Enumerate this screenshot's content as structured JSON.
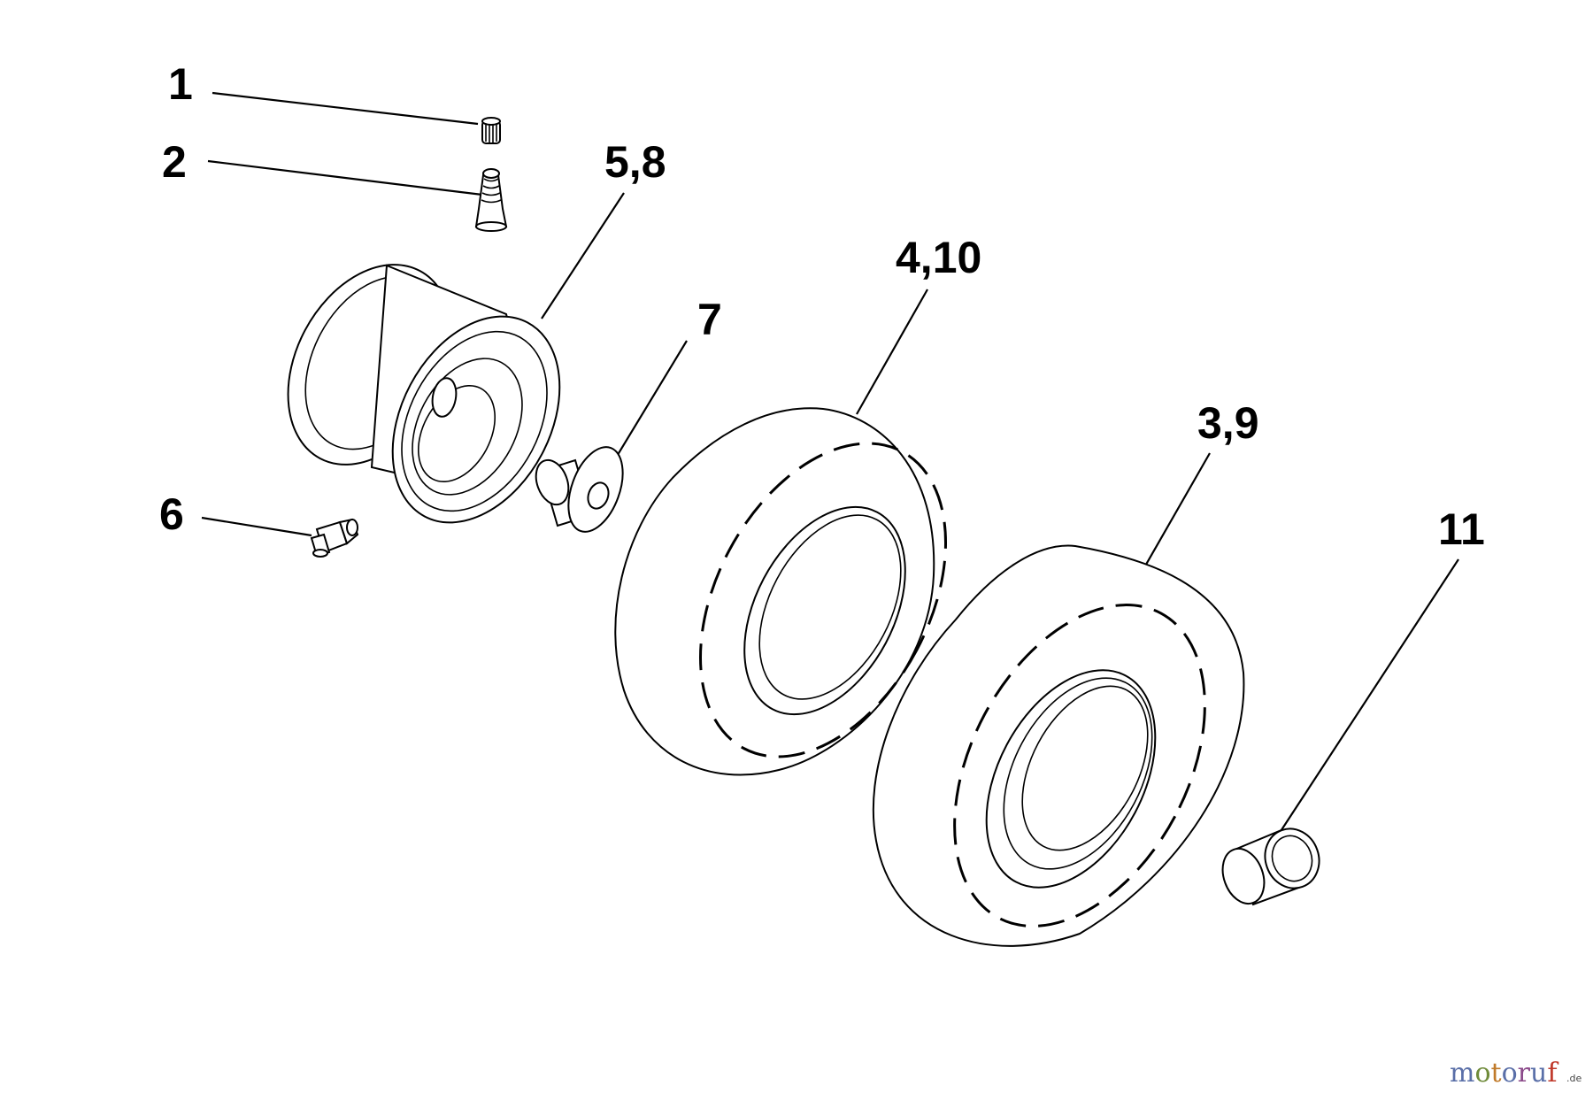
{
  "callouts": [
    {
      "id": "c1",
      "text": "1"
    },
    {
      "id": "c2",
      "text": "2"
    },
    {
      "id": "c58",
      "text": "5,8"
    },
    {
      "id": "c410",
      "text": "4,10"
    },
    {
      "id": "c7",
      "text": "7"
    },
    {
      "id": "c39",
      "text": "3,9"
    },
    {
      "id": "c6",
      "text": "6"
    },
    {
      "id": "c11",
      "text": "11"
    }
  ],
  "watermark": {
    "letters": [
      "m",
      "o",
      "t",
      "o",
      "r",
      "u",
      "f"
    ],
    "tld": ".de",
    "colors": [
      "#5a6fa8",
      "#6f8b3a",
      "#c07a2a",
      "#5a6fa8",
      "#8b4a8a",
      "#5a6fa8",
      "#c0392b"
    ]
  }
}
